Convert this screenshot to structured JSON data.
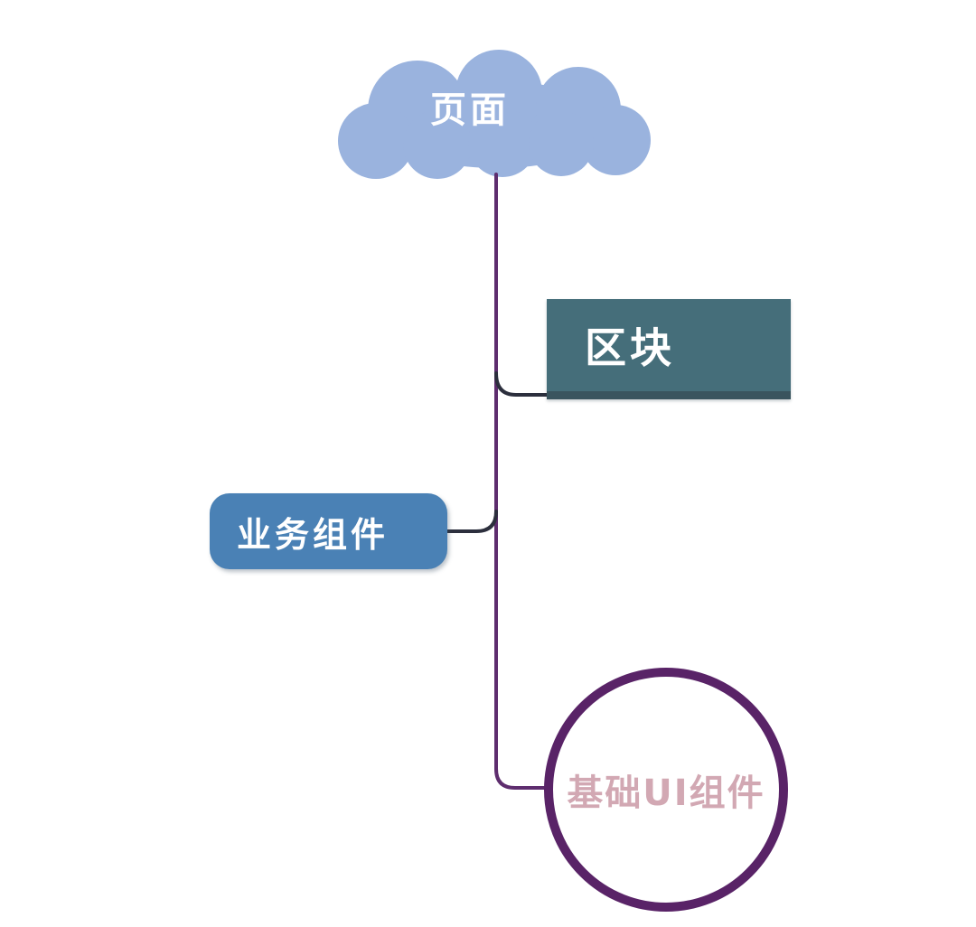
{
  "diagram": {
    "type": "mindmap",
    "root": {
      "label": "页面",
      "shape": "cloud",
      "fill": "#9ab3de",
      "text_color": "#ffffff"
    },
    "nodes": [
      {
        "label": "区块",
        "shape": "rectangle",
        "fill": "#456e7a",
        "shadow_color": "#3a545e",
        "text_color": "#ffffff"
      },
      {
        "label": "业务组件",
        "shape": "rounded-rectangle",
        "fill": "#4a81b5",
        "text_color": "#ffffff"
      },
      {
        "label": "基础UI组件",
        "shape": "circle",
        "fill": "#ffffff",
        "border_color": "#592367",
        "text_color": "#d2a8b3"
      }
    ],
    "connectors": {
      "trunk_color": "#5e2d6e",
      "branch_color": "#2c2f3d"
    }
  }
}
